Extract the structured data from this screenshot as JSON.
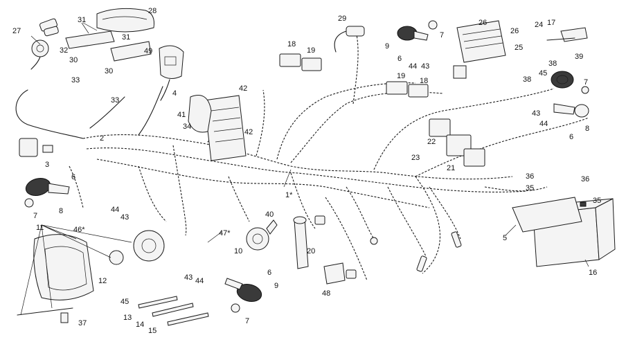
{
  "callouts": [
    {
      "id": "c28",
      "text": "28"
    },
    {
      "id": "c27",
      "text": "27"
    },
    {
      "id": "c31a",
      "text": "31"
    },
    {
      "id": "c32",
      "text": "32"
    },
    {
      "id": "c30a",
      "text": "30"
    },
    {
      "id": "c31b",
      "text": "31"
    },
    {
      "id": "c49",
      "text": "49"
    },
    {
      "id": "c33a",
      "text": "33"
    },
    {
      "id": "c30b",
      "text": "30"
    },
    {
      "id": "c33b",
      "text": "33"
    },
    {
      "id": "c4",
      "text": "4"
    },
    {
      "id": "c2",
      "text": "2"
    },
    {
      "id": "c3",
      "text": "3"
    },
    {
      "id": "c6a",
      "text": "6"
    },
    {
      "id": "c7a",
      "text": "7"
    },
    {
      "id": "c8a",
      "text": "8"
    },
    {
      "id": "c44a",
      "text": "44"
    },
    {
      "id": "c43a",
      "text": "43"
    },
    {
      "id": "c46",
      "text": "46*"
    },
    {
      "id": "c11",
      "text": "11"
    },
    {
      "id": "c12",
      "text": "12"
    },
    {
      "id": "c45a",
      "text": "45"
    },
    {
      "id": "c13",
      "text": "13"
    },
    {
      "id": "c14",
      "text": "14"
    },
    {
      "id": "c15",
      "text": "15"
    },
    {
      "id": "c37",
      "text": "37"
    },
    {
      "id": "c41",
      "text": "41"
    },
    {
      "id": "c34",
      "text": "34"
    },
    {
      "id": "c42a",
      "text": "42"
    },
    {
      "id": "c42b",
      "text": "42"
    },
    {
      "id": "c18a",
      "text": "18"
    },
    {
      "id": "c19a",
      "text": "19"
    },
    {
      "id": "c29",
      "text": "29"
    },
    {
      "id": "c1",
      "text": "1*"
    },
    {
      "id": "c47",
      "text": "47*"
    },
    {
      "id": "c40",
      "text": "40"
    },
    {
      "id": "c10",
      "text": "10"
    },
    {
      "id": "c20",
      "text": "20"
    },
    {
      "id": "c43b",
      "text": "43"
    },
    {
      "id": "c44b",
      "text": "44"
    },
    {
      "id": "c6b",
      "text": "6"
    },
    {
      "id": "c9b",
      "text": "9"
    },
    {
      "id": "c7b",
      "text": "7"
    },
    {
      "id": "c48",
      "text": "48"
    },
    {
      "id": "c9a",
      "text": "9"
    },
    {
      "id": "c7c",
      "text": "7"
    },
    {
      "id": "c6c",
      "text": "6"
    },
    {
      "id": "c44c",
      "text": "44"
    },
    {
      "id": "c43c",
      "text": "43"
    },
    {
      "id": "c19b",
      "text": "19"
    },
    {
      "id": "c18b",
      "text": "18"
    },
    {
      "id": "c26a",
      "text": "26"
    },
    {
      "id": "c26b",
      "text": "26"
    },
    {
      "id": "c25",
      "text": "25"
    },
    {
      "id": "c24",
      "text": "24"
    },
    {
      "id": "c17",
      "text": "17"
    },
    {
      "id": "c39",
      "text": "39"
    },
    {
      "id": "c38a",
      "text": "38"
    },
    {
      "id": "c45b",
      "text": "45"
    },
    {
      "id": "c38b",
      "text": "38"
    },
    {
      "id": "c7d",
      "text": "7"
    },
    {
      "id": "c43d",
      "text": "43"
    },
    {
      "id": "c44d",
      "text": "44"
    },
    {
      "id": "c6d",
      "text": "6"
    },
    {
      "id": "c8b",
      "text": "8"
    },
    {
      "id": "c22",
      "text": "22"
    },
    {
      "id": "c23",
      "text": "23"
    },
    {
      "id": "c21",
      "text": "21"
    },
    {
      "id": "c36a",
      "text": "36"
    },
    {
      "id": "c35a",
      "text": "35"
    },
    {
      "id": "c36b",
      "text": "36"
    },
    {
      "id": "c35b",
      "text": "35"
    },
    {
      "id": "c5",
      "text": "5"
    },
    {
      "id": "c16",
      "text": "16"
    }
  ]
}
